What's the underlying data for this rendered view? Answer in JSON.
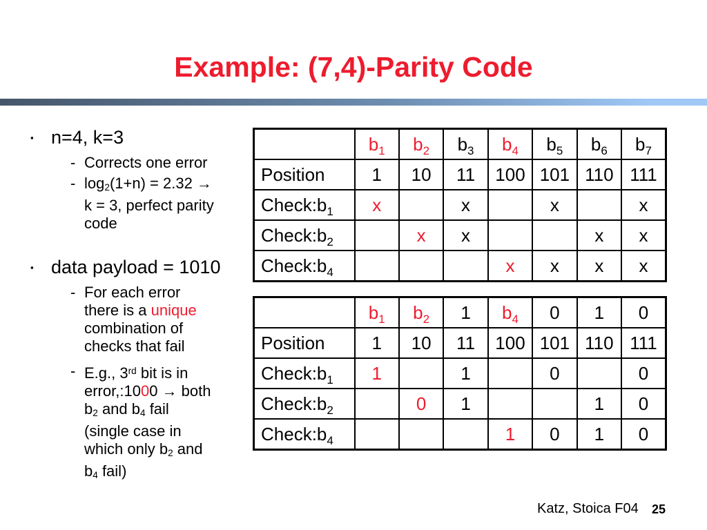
{
  "slide": {
    "title": "Example: (7,4)-Parity Code",
    "footer": {
      "credit": "Katz, Stoica F04",
      "page_number": "25"
    }
  },
  "colors": {
    "accent_red": "#ed1c2e",
    "bar_left": "#46566a",
    "bar_mid": "#6d8db0",
    "bar_right": "#9fc8f6",
    "text": "#000000"
  },
  "bullets": {
    "item1": {
      "marker": "▪",
      "heading": "n=4, k=3",
      "subs": [
        {
          "dash": "-",
          "segments": [
            {
              "t": "Corrects one error"
            }
          ]
        },
        {
          "dash": "-",
          "segments": [
            {
              "t": "log"
            },
            {
              "t": "2",
              "c": "sub"
            },
            {
              "t": "(1+n) = 2.32 "
            },
            {
              "t": "→"
            },
            {
              "br": true
            },
            {
              "t": "k = 3, perfect parity"
            },
            {
              "br": true
            },
            {
              "t": "code"
            }
          ]
        }
      ]
    },
    "item2": {
      "marker": "▪",
      "heading": "data payload = 1010",
      "subs": [
        {
          "dash": "-",
          "segments": [
            {
              "t": "For each error"
            },
            {
              "br": true
            },
            {
              "t": "there is a "
            },
            {
              "t": "unique",
              "c": "red"
            },
            {
              "br": true
            },
            {
              "t": "combination of"
            },
            {
              "br": true
            },
            {
              "t": "checks that fail"
            }
          ]
        },
        {
          "dash": "-",
          "segments": [
            {
              "t": "E.g., 3"
            },
            {
              "t": "rd",
              "c": "sup"
            },
            {
              "t": " bit is in"
            },
            {
              "br": true
            },
            {
              "t": "error,:10"
            },
            {
              "t": "0",
              "c": "red"
            },
            {
              "t": "0 "
            },
            {
              "t": "→"
            },
            {
              "t": " both"
            },
            {
              "br": true
            },
            {
              "t": "b"
            },
            {
              "t": "2",
              "c": "sub"
            },
            {
              "t": " and b"
            },
            {
              "t": "4",
              "c": "sub"
            },
            {
              "t": " fail"
            },
            {
              "br": true
            },
            {
              "t": "(single case in"
            },
            {
              "br": true
            },
            {
              "t": "which only b"
            },
            {
              "t": "2",
              "c": "sub"
            },
            {
              "t": " and"
            },
            {
              "br": true
            },
            {
              "t": "b"
            },
            {
              "t": "4",
              "c": "sub"
            },
            {
              "t": " fail)"
            }
          ]
        }
      ]
    }
  },
  "tables": {
    "check_matrix": {
      "rows": [
        [
          {
            "t": ""
          },
          {
            "t": "b",
            "sub": "1",
            "red": true
          },
          {
            "t": "b",
            "sub": "2",
            "red": true
          },
          {
            "t": "b",
            "sub": "3"
          },
          {
            "t": "b",
            "sub": "4",
            "red": true
          },
          {
            "t": "b",
            "sub": "5"
          },
          {
            "t": "b",
            "sub": "6"
          },
          {
            "t": "b",
            "sub": "7"
          }
        ],
        [
          {
            "t": "Position"
          },
          {
            "t": "1"
          },
          {
            "t": "10"
          },
          {
            "t": "11"
          },
          {
            "t": "100"
          },
          {
            "t": "101"
          },
          {
            "t": "110"
          },
          {
            "t": "111"
          }
        ],
        [
          {
            "t": "Check:b",
            "sub": "1"
          },
          {
            "t": "x",
            "red": true
          },
          {
            "t": ""
          },
          {
            "t": "x"
          },
          {
            "t": ""
          },
          {
            "t": "x"
          },
          {
            "t": ""
          },
          {
            "t": "x"
          }
        ],
        [
          {
            "t": "Check:b",
            "sub": "2"
          },
          {
            "t": ""
          },
          {
            "t": "x",
            "red": true
          },
          {
            "t": "x"
          },
          {
            "t": ""
          },
          {
            "t": ""
          },
          {
            "t": "x"
          },
          {
            "t": "x"
          }
        ],
        [
          {
            "t": "Check:b",
            "sub": "4"
          },
          {
            "t": ""
          },
          {
            "t": ""
          },
          {
            "t": ""
          },
          {
            "t": "x",
            "red": true
          },
          {
            "t": "x"
          },
          {
            "t": "x"
          },
          {
            "t": "x"
          }
        ]
      ]
    },
    "example_matrix": {
      "rows": [
        [
          {
            "t": ""
          },
          {
            "t": "b",
            "sub": "1",
            "red": true
          },
          {
            "t": "b",
            "sub": "2",
            "red": true
          },
          {
            "t": "1"
          },
          {
            "t": "b",
            "sub": "4",
            "red": true
          },
          {
            "t": "0"
          },
          {
            "t": "1"
          },
          {
            "t": "0"
          }
        ],
        [
          {
            "t": "Position"
          },
          {
            "t": "1"
          },
          {
            "t": "10"
          },
          {
            "t": "11"
          },
          {
            "t": "100"
          },
          {
            "t": "101"
          },
          {
            "t": "110"
          },
          {
            "t": "111"
          }
        ],
        [
          {
            "t": "Check:b",
            "sub": "1"
          },
          {
            "t": "1",
            "red": true
          },
          {
            "t": ""
          },
          {
            "t": "1"
          },
          {
            "t": ""
          },
          {
            "t": "0"
          },
          {
            "t": ""
          },
          {
            "t": "0"
          }
        ],
        [
          {
            "t": "Check:b",
            "sub": "2"
          },
          {
            "t": ""
          },
          {
            "t": "0",
            "red": true
          },
          {
            "t": "1"
          },
          {
            "t": ""
          },
          {
            "t": ""
          },
          {
            "t": "1"
          },
          {
            "t": "0"
          }
        ],
        [
          {
            "t": "Check:b",
            "sub": "4"
          },
          {
            "t": ""
          },
          {
            "t": ""
          },
          {
            "t": ""
          },
          {
            "t": "1",
            "red": true
          },
          {
            "t": "0"
          },
          {
            "t": "1"
          },
          {
            "t": "0"
          }
        ]
      ]
    }
  }
}
